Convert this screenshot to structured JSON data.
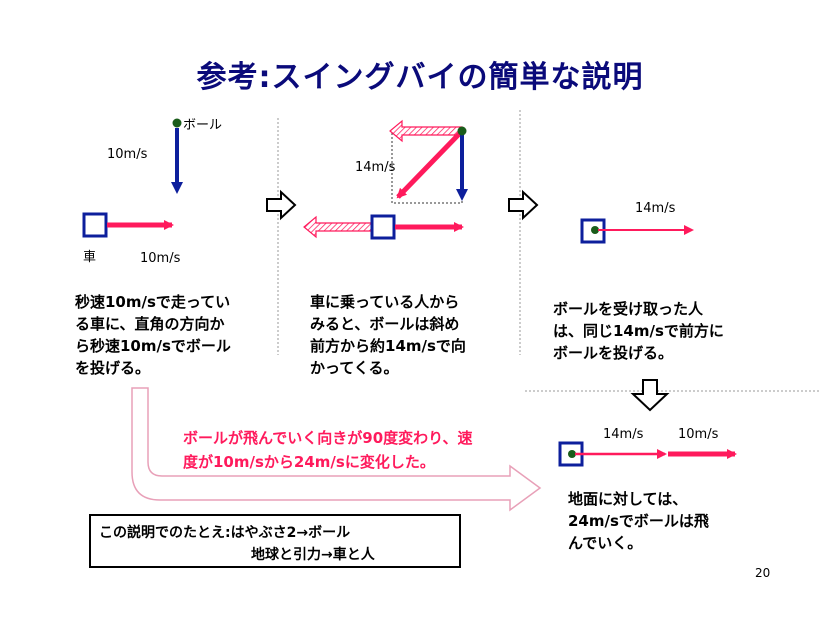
{
  "title": "参考:スイングバイの簡単な説明",
  "panel1": {
    "ball_label": "ボール",
    "ball_speed": "10m/s",
    "car_label": "車",
    "car_speed": "10m/s",
    "description": [
      "秒速10m/sで走ってい",
      "る車に、直角の方向か",
      "ら秒速10m/sでボール",
      "を投げる。"
    ]
  },
  "panel2": {
    "diag_speed": "14m/s",
    "description": [
      "車に乗っている人から",
      "みると、ボールは斜め",
      "前方から約14m/sで向",
      "かってくる。"
    ]
  },
  "panel3": {
    "speed": "14m/s",
    "description": [
      "ボールを受け取った人",
      "は、同じ14m/sで前方に",
      "ボールを投げる。"
    ]
  },
  "panel4": {
    "speed_a": "14m/s",
    "speed_b": "10m/s",
    "description": [
      "地面に対しては、",
      "24m/sでボールは飛",
      "んでいく。"
    ]
  },
  "summary": [
    "ボールが飛んでいく向きが90度変わり、速",
    "度が10m/sから24m/sに変化した。"
  ],
  "note": {
    "line1": "この説明でのたとえ:はやぶさ2→ボール",
    "line2": "地球と引力→車と人"
  },
  "page_number": "20"
}
